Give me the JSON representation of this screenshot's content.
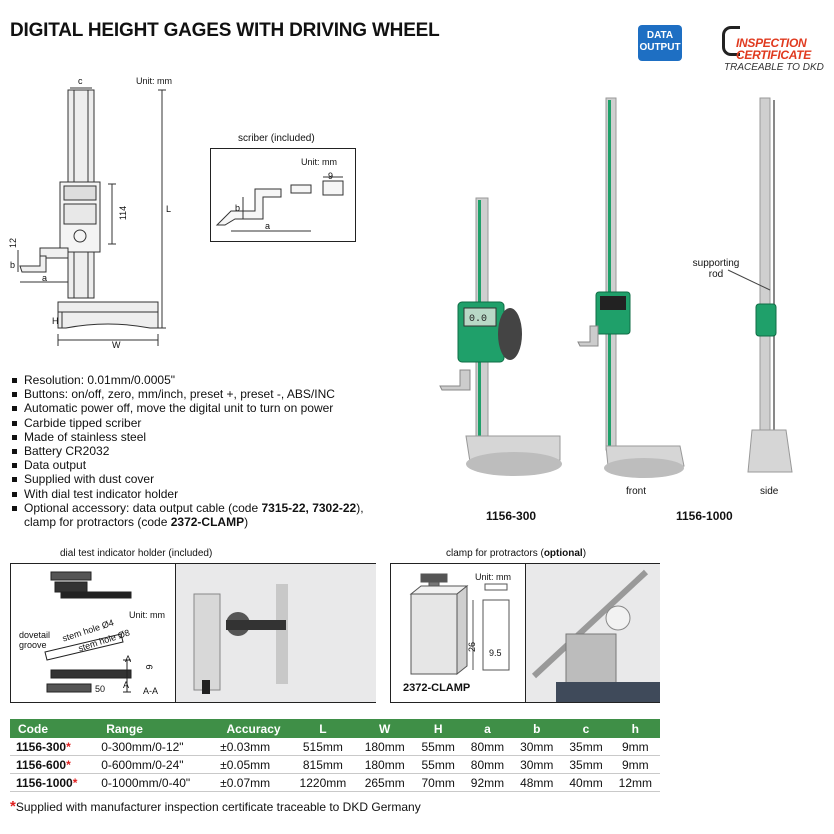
{
  "title": "DIGITAL HEIGHT GAGES WITH DRIVING WHEEL",
  "badges": {
    "data_output_l1": "DATA",
    "data_output_l2": "OUTPUT",
    "cert_l1": "INSPECTION",
    "cert_l2": "CERTIFICATE",
    "cert_l3": "TRACEABLE TO DKD"
  },
  "drawing": {
    "unit": "Unit: mm",
    "dims": {
      "c": "c",
      "L": "L",
      "d114": "114",
      "d12": "12",
      "b": "b",
      "a": "a",
      "H": "H",
      "W": "W"
    }
  },
  "scriber": {
    "caption": "scriber (included)",
    "unit": "Unit: mm",
    "dims": {
      "nine": "9",
      "b": "b",
      "a": "a"
    }
  },
  "features": [
    "Resolution: 0.01mm/0.0005\"",
    "Buttons: on/off, zero, mm/inch, preset +, preset -, ABS/INC",
    "Automatic power off, move the digital unit to turn on power",
    "Carbide tipped scriber",
    "Made of stainless steel",
    "Battery CR2032",
    "Data output",
    "Supplied with dust cover",
    "With dial test indicator holder"
  ],
  "optional": {
    "prefix": "Optional accessory: data output cable (code ",
    "code1": "7315-22, 7302-22",
    "mid": "),",
    "line2_prefix": "clamp for protractors (code ",
    "code2": "2372-CLAMP",
    "suffix": ")"
  },
  "photos": {
    "code_300": "1156-300",
    "code_1000": "1156-1000",
    "front": "front",
    "side": "side",
    "supporting_l1": "supporting",
    "supporting_l2": "rod",
    "display": "0.0"
  },
  "dial_holder": {
    "caption": "dial test indicator holder (included)",
    "unit": "Unit: mm",
    "dovetail_l1": "dovetail",
    "dovetail_l2": "groove",
    "stem4": "stem hole Ø4",
    "stem8": "stem hole Ø8",
    "dims": {
      "A": "A",
      "nine": "9",
      "fifty": "50",
      "section": "A-A"
    }
  },
  "clamp": {
    "caption_prefix": "clamp for protractors (",
    "caption_bold": "optional",
    "caption_suffix": ")",
    "unit": "Unit: mm",
    "code": "2372-CLAMP",
    "dims": {
      "d26": "26",
      "d95": "9.5"
    }
  },
  "table": {
    "headers": [
      "Code",
      "Range",
      "Accuracy",
      "L",
      "W",
      "H",
      "a",
      "b",
      "c",
      "h"
    ],
    "rows": [
      {
        "code": "1156-300",
        "star": "*",
        "range": "0-300mm/0-12\"",
        "accuracy": "±0.03mm",
        "L": "515mm",
        "W": "180mm",
        "H": "55mm",
        "a": "80mm",
        "b": "30mm",
        "c": "35mm",
        "h": "9mm"
      },
      {
        "code": "1156-600",
        "star": "*",
        "range": "0-600mm/0-24\"",
        "accuracy": "±0.05mm",
        "L": "815mm",
        "W": "180mm",
        "H": "55mm",
        "a": "80mm",
        "b": "30mm",
        "c": "35mm",
        "h": "9mm"
      },
      {
        "code": "1156-1000",
        "star": "*",
        "range": "0-1000mm/0-40\"",
        "accuracy": "±0.07mm",
        "L": "1220mm",
        "W": "265mm",
        "H": "70mm",
        "a": "92mm",
        "b": "48mm",
        "c": "40mm",
        "h": "12mm"
      }
    ]
  },
  "footnote": {
    "star": "*",
    "text": "Supplied with manufacturer inspection certificate traceable to DKD Germany"
  },
  "colors": {
    "green": "#3f8f47",
    "gauge_green": "#1fa06a",
    "blue_badge": "#1e6fc3",
    "cert_red": "#e03a1f",
    "star_red": "#e02020"
  }
}
